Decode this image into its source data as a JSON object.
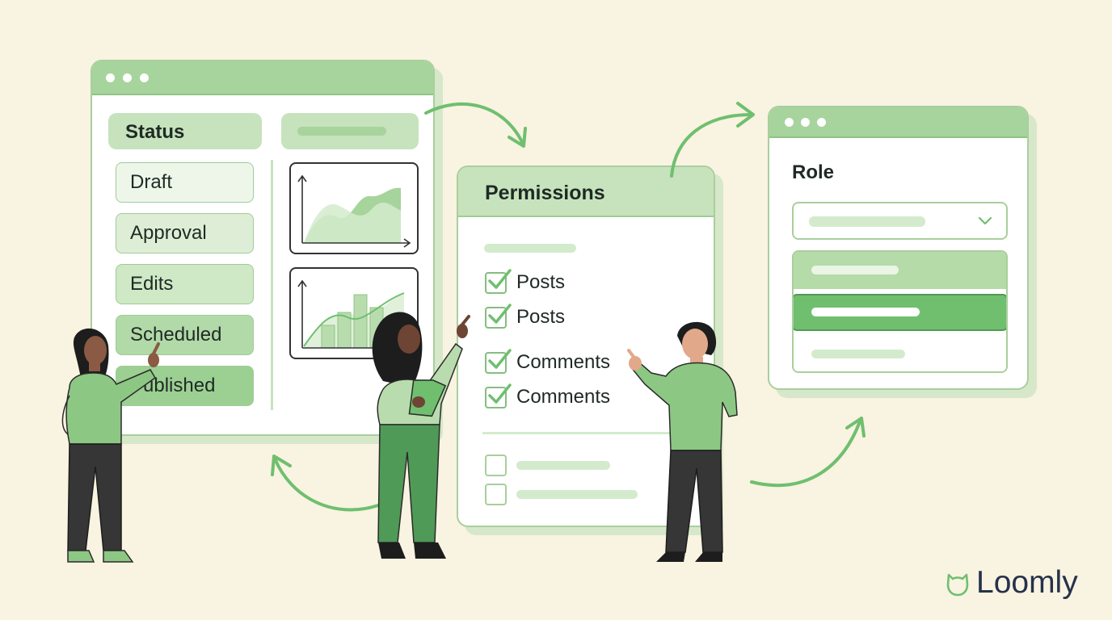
{
  "status_window": {
    "title": "Status",
    "items": [
      {
        "label": "Draft"
      },
      {
        "label": "Approval"
      },
      {
        "label": "Edits"
      },
      {
        "label": "Scheduled"
      },
      {
        "label": "Published"
      }
    ]
  },
  "permissions_window": {
    "title": "Permissions",
    "items": [
      {
        "label": "Posts",
        "checked": true
      },
      {
        "label": "Posts",
        "checked": true
      },
      {
        "label": "Comments",
        "checked": true
      },
      {
        "label": "Comments",
        "checked": true
      }
    ]
  },
  "role_window": {
    "title": "Role"
  },
  "brand": {
    "name": "Loomly"
  },
  "colors": {
    "background": "#f9f3e1",
    "accent": "#6fbf6f",
    "window_bar": "#a6d49c",
    "dark_green": "#4f9a56"
  }
}
